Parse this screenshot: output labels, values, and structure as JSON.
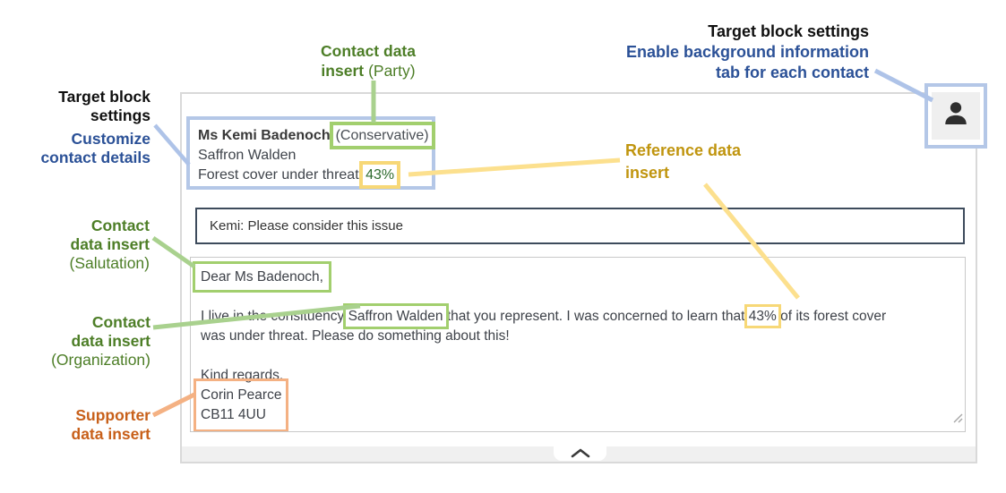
{
  "panel": {
    "contact_block": {
      "name": "Ms Kemi Badenoch",
      "party": "(Conservative)",
      "constituency": "Saffron Walden",
      "reference_label": "Forest cover under threat:",
      "reference_value": "43%"
    },
    "subject_value": "Kemi: Please consider this issue",
    "message": {
      "salutation": "Dear Ms Badenoch,",
      "p1a": "I live in the consituency ",
      "org": "Saffron Walden",
      "p1b": " that you represent. I was concerned to learn that ",
      "ref": "43%",
      "p1c": " of its forest cover",
      "p2": "was under threat. Please do something about this!",
      "closing": "Kind regards,",
      "signature_name": "Corin Pearce",
      "signature_postcode": "CB11 4UU"
    },
    "icons": {
      "contact_tab": "person-silhouette-icon",
      "collapse": "chevron-up-icon",
      "resize": "resize-handle-icon"
    }
  },
  "annotations": {
    "target_block_left": {
      "title_line1": "Target block",
      "title_line2": "settings",
      "subtitle_line1": "Customize",
      "subtitle_line2": "contact details"
    },
    "contact_data_party": {
      "bold_line1": "Contact data",
      "bold_line2": "insert",
      "suffix": "(Party)"
    },
    "target_block_right": {
      "title_line1": "Target block settings",
      "subtitle_line1": "Enable background information",
      "subtitle_line2": "tab for each contact"
    },
    "reference_data": {
      "line1": "Reference data",
      "line2": "insert"
    },
    "contact_data_salutation": {
      "bold_line1": "Contact",
      "bold_line2": "data insert",
      "suffix": "(Salutation)"
    },
    "contact_data_organization": {
      "bold_line1": "Contact",
      "bold_line2": "data insert",
      "suffix": "(Organization)"
    },
    "supporter_data": {
      "line1": "Supporter",
      "line2": "data insert"
    }
  },
  "colors": {
    "annotation_green": "#4D7E27",
    "annotation_blue": "#2B5197",
    "annotation_gold": "#C0950F",
    "annotation_orange": "#C8601A",
    "annotation_black": "#101010",
    "highlight_green": "#A2CF6E",
    "highlight_yellow": "#F7D877",
    "highlight_blue": "#B4C7E7",
    "highlight_orange": "#F4B183",
    "reference_value_green": "#2F6B2F",
    "panel_footer_gray": "#F0F0F0"
  }
}
